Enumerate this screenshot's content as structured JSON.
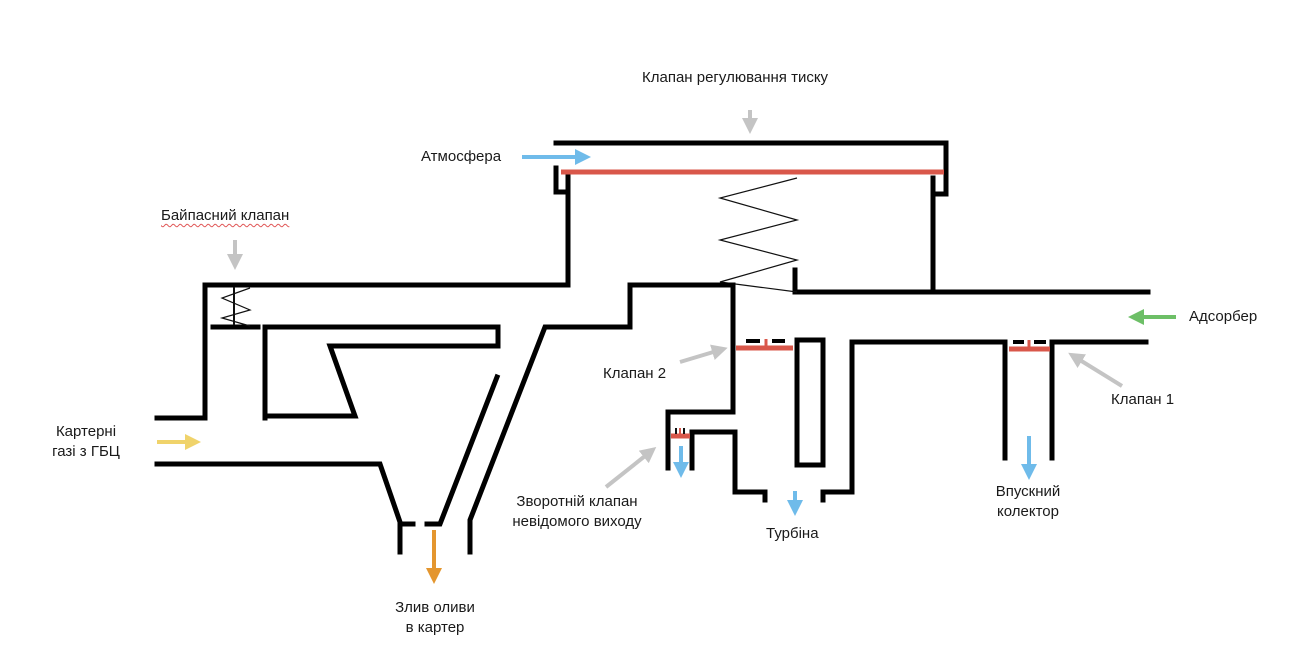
{
  "diagram": {
    "type": "pneumatic-schematic",
    "colors": {
      "pipe": "#000000",
      "membrane": "#d9574a",
      "pointer": "#c4c4c4",
      "air_flow": "#6fbbea",
      "adsorber_flow": "#6dbf67",
      "blowby_flow": "#f0d36b",
      "oil_flow": "#e4962f"
    },
    "labels": {
      "pressure_valve": "Клапан регулювання тиску",
      "atmosphere": "Атмосфера",
      "bypass_valve": "Байпасний клапан",
      "crankcase_gases_line1": "Картерні",
      "crankcase_gases_line2": "газі з ГБЦ",
      "oil_drain_line1": "Злив оливи",
      "oil_drain_line2": "в картер",
      "valve_2": "Клапан 2",
      "check_valve_line1": "Зворотній клапан",
      "check_valve_line2": "невідомого виходу",
      "turbine": "Турбіна",
      "adsorber": "Адсорбер",
      "valve_1": "Клапан 1",
      "intake_line1": "Впускний",
      "intake_line2": "колектор"
    }
  }
}
